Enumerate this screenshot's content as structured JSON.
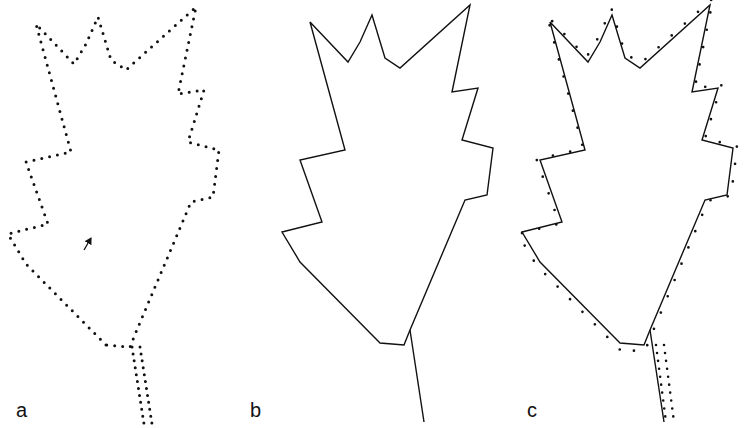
{
  "diagram": {
    "labels": [
      "a",
      "b",
      "c"
    ]
  }
}
